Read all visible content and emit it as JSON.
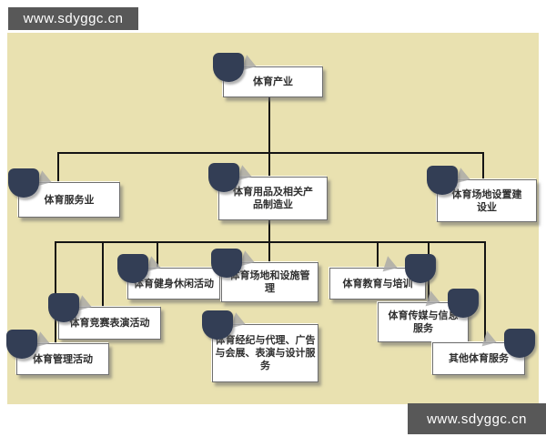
{
  "watermarks": {
    "top": "www.sdyggc.cn",
    "bottom": "www.sdyggc.cn"
  },
  "colors": {
    "canvas_background": "#e9e1b0",
    "watermark_background": "#585858",
    "watermark_text": "#ffffff",
    "node_background": "#ffffff",
    "node_border": "#6e6e6e",
    "node_text": "#2e2e2e",
    "badge_icon": "#333e55",
    "connector_line": "#141414"
  },
  "nodes": {
    "industry": {
      "lines": [
        "体育产业"
      ]
    },
    "service": {
      "lines": [
        "体育服务业"
      ]
    },
    "goods": {
      "lines": [
        "体育用品及相关产",
        "品制造业"
      ]
    },
    "venue_build": {
      "lines": [
        "体育场地设置建",
        "设业"
      ]
    },
    "fitness": {
      "lines": [
        "体育健身休闲活动"
      ]
    },
    "venue_mgmt": {
      "lines": [
        "体育场地和设施管",
        "理"
      ]
    },
    "education": {
      "lines": [
        "体育教育与培训"
      ]
    },
    "competition": {
      "lines": [
        "体育竞赛表演活动"
      ]
    },
    "media": {
      "lines": [
        "体育传媒与信息",
        "服务"
      ]
    },
    "management": {
      "lines": [
        "体育管理活动"
      ]
    },
    "brokerage": {
      "lines": [
        "体育经纪与代理、广告",
        "与会展、表演与设计服",
        "务"
      ]
    },
    "other": {
      "lines": [
        "其他体育服务"
      ]
    }
  },
  "hierarchy": {
    "root": "体育产业",
    "level2": [
      "体育服务业",
      "体育用品及相关产品制造业",
      "体育场地设置建设业"
    ],
    "level3": [
      "体育健身休闲活动",
      "体育场地和设施管理",
      "体育教育与培训",
      "体育竞赛表演活动",
      "体育传媒与信息服务",
      "体育管理活动",
      "体育经纪与代理、广告与会展、表演与设计服务",
      "其他体育服务"
    ]
  }
}
